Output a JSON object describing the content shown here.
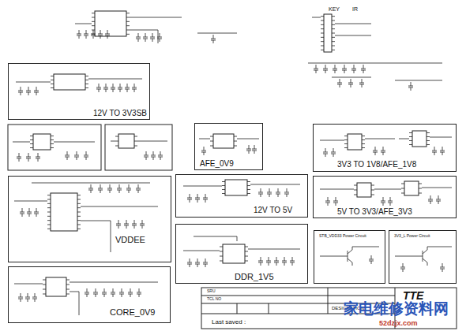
{
  "diagram": {
    "nodes": [
      {
        "text": [
          "12V TO 3V3SB"
        ]
      },
      {
        "text": [
          "AFE_0V9"
        ]
      },
      {
        "text": [
          "3V3 TO 1V8/AFE_1V8"
        ]
      },
      {
        "text": [
          "VDDEE"
        ]
      },
      {
        "text": [
          "12V TO 5V"
        ]
      },
      {
        "text": [
          "5V TO 3V3/AFE_3V3"
        ]
      },
      {
        "text": [
          "DDR_1V5"
        ]
      },
      {
        "text": [
          "STB_VDD33 Power Circuit"
        ]
      },
      {
        "text": [
          "3V3_L Power Circuit"
        ]
      },
      {
        "text": [
          "CORE_0V9"
        ]
      }
    ],
    "edges": [],
    "labels": [
      "KEY",
      "IR",
      "SRU",
      "TCL NO",
      "DESIGNATION",
      "TTE",
      "Last saved :",
      "家电维修资料网",
      "52dzjx.com"
    ]
  }
}
